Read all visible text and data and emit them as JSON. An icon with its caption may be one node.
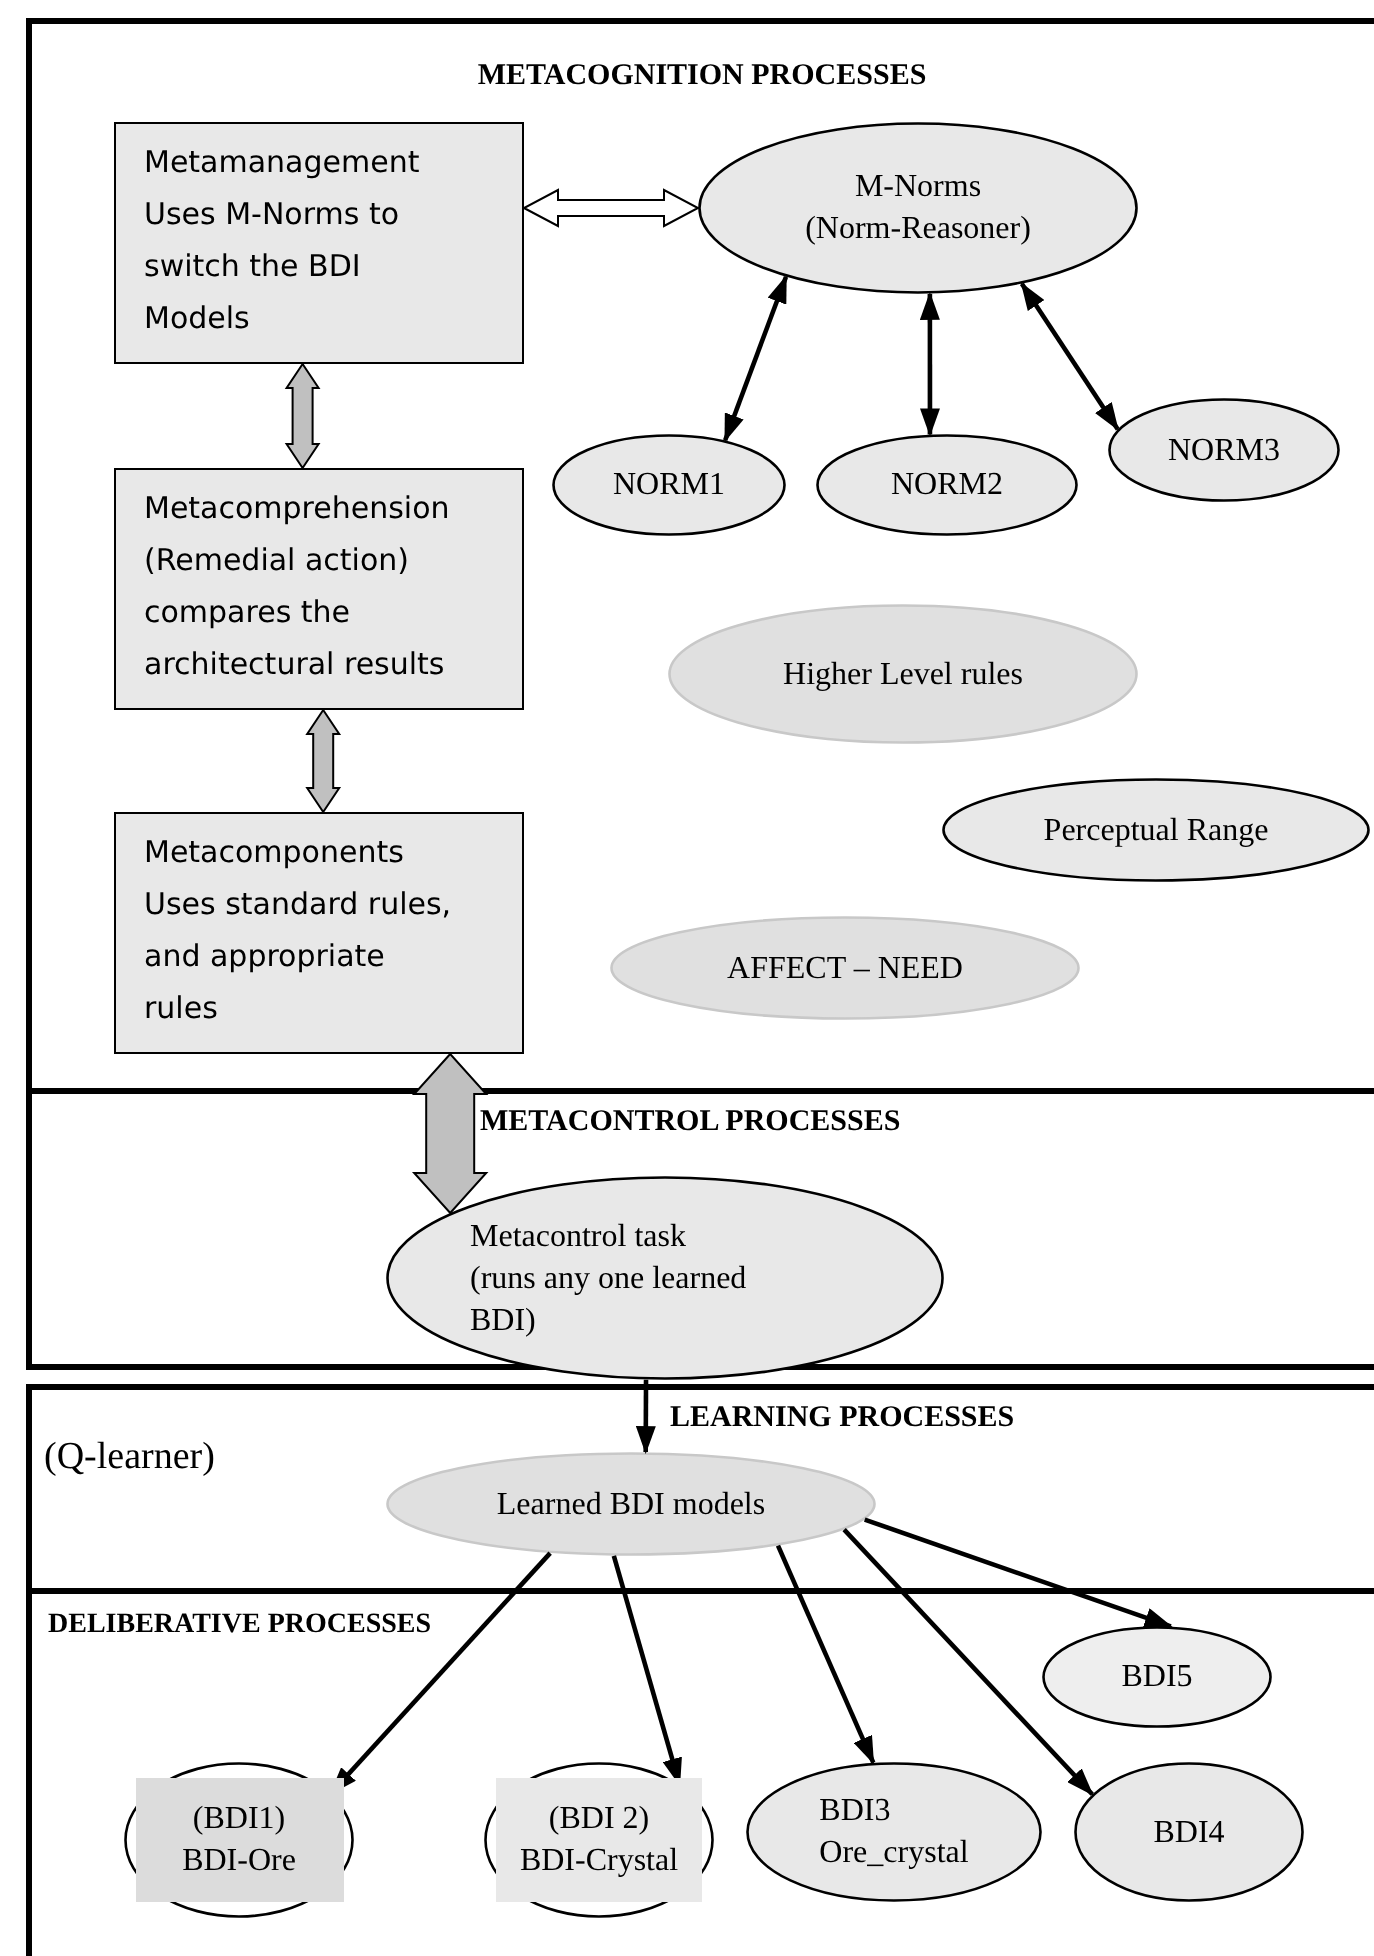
{
  "diagram": {
    "nodes": [
      {
        "text": [
          "METACOGNITION PROCESSES"
        ]
      },
      {
        "text": [
          "Metamanagement",
          "Uses M-Norms to switch the BDI Models"
        ],
        "in": 0
      },
      {
        "text": [
          "M-Norms",
          "(Norm-Reasoner)"
        ],
        "in": 0
      },
      {
        "text": [
          "NORM1"
        ],
        "in": 0
      },
      {
        "text": [
          "NORM2"
        ],
        "in": 0
      },
      {
        "text": [
          "NORM3"
        ],
        "in": 0
      },
      {
        "text": [
          "Metacomprehension",
          "(Remedial action) compares the architectural results"
        ],
        "in": 0
      },
      {
        "text": [
          "Higher Level rules"
        ],
        "in": 0
      },
      {
        "text": [
          "Perceptual Range"
        ],
        "in": 0
      },
      {
        "text": [
          "Metacomponents",
          "Uses standard rules, and appropriate rules"
        ],
        "in": 0
      },
      {
        "text": [
          "AFFECT – NEED"
        ],
        "in": 0
      },
      {
        "text": [
          "METACONTROL PROCESSES"
        ]
      },
      {
        "text": [
          "Metacontrol task",
          "(runs any one learned BDI)"
        ],
        "in": 11
      },
      {
        "text": [
          "LEARNING PROCESSES"
        ]
      },
      {
        "text": [
          "Learned BDI models"
        ],
        "in": 13
      },
      {
        "text": [
          "DELIBERATIVE PROCESSES"
        ]
      },
      {
        "text": [
          "BDI5"
        ],
        "in": 15
      },
      {
        "text": [
          "(BDI1)",
          "BDI-Ore"
        ],
        "in": 15
      },
      {
        "text": [
          "(BDI 2)",
          "BDI-Crystal"
        ],
        "in": 15
      },
      {
        "text": [
          "BDI3",
          "Ore_crystal"
        ],
        "in": 15
      },
      {
        "text": [
          "BDI4"
        ],
        "in": 15
      }
    ],
    "edges": [
      {
        "from": 1,
        "to": 2,
        "arrow": "both",
        "style": "thick",
        "color": "#ffffff"
      },
      {
        "from": 1,
        "to": 6,
        "arrow": "both",
        "style": "thick",
        "color": "#c0c0c0"
      },
      {
        "from": 6,
        "to": 9,
        "arrow": "both",
        "style": "thick",
        "color": "#c0c0c0"
      },
      {
        "from": 9,
        "to": 12,
        "arrow": "both",
        "style": "thick",
        "color": "#c0c0c0"
      },
      {
        "from": 2,
        "to": 3,
        "arrow": "both"
      },
      {
        "from": 2,
        "to": 4,
        "arrow": "both"
      },
      {
        "from": 2,
        "to": 5,
        "arrow": "both"
      },
      {
        "from": 12,
        "to": 14,
        "arrow": "to"
      },
      {
        "from": 14,
        "to": 16,
        "arrow": "to"
      },
      {
        "from": 14,
        "to": 17,
        "arrow": "to"
      },
      {
        "from": 14,
        "to": 18,
        "arrow": "to"
      },
      {
        "from": 14,
        "to": 19,
        "arrow": "to"
      },
      {
        "from": 14,
        "to": 20,
        "arrow": "to"
      }
    ],
    "labels": [
      "(Q-learner)"
    ]
  }
}
